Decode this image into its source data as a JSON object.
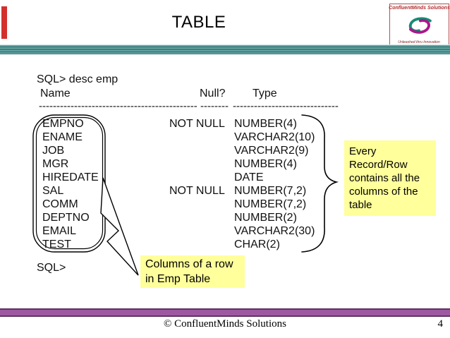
{
  "slide": {
    "title": "TABLE",
    "page_number": "4",
    "footer_copyright": "© ConfluentMinds Solutions"
  },
  "logo": {
    "company": "ConfluentMinds Solutions",
    "tagline": "Unleashed thru Innovation"
  },
  "terminal": {
    "prompt_line": "SQL> desc emp",
    "end_prompt": "SQL>",
    "headers": {
      "name": "Name",
      "null": "Null?",
      "type": "Type"
    },
    "dash_name": "---------------------------------------------",
    "dash_null": "--------",
    "dash_type": "------------------------------",
    "columns": [
      {
        "name": "EMPNO",
        "null": "NOT NULL",
        "type": "NUMBER(4)"
      },
      {
        "name": "ENAME",
        "null": "",
        "type": "VARCHAR2(10)"
      },
      {
        "name": "JOB",
        "null": "",
        "type": "VARCHAR2(9)"
      },
      {
        "name": "MGR",
        "null": "",
        "type": "NUMBER(4)"
      },
      {
        "name": "HIREDATE",
        "null": "",
        "type": "DATE"
      },
      {
        "name": "SAL",
        "null": "NOT NULL",
        "type": "NUMBER(7,2)"
      },
      {
        "name": "COMM",
        "null": "",
        "type": "NUMBER(7,2)"
      },
      {
        "name": "DEPTNO",
        "null": "",
        "type": "NUMBER(2)"
      },
      {
        "name": "EMAIL",
        "null": "",
        "type": "VARCHAR2(30)"
      },
      {
        "name": "TEST",
        "null": "",
        "type": "CHAR(2)"
      }
    ]
  },
  "callouts": {
    "record_note": "Every Record/Row contains all the columns of the table",
    "columns_note": "Columns of a row in Emp Table"
  },
  "colors": {
    "highlight_yellow": "#ffff9b",
    "teal_dark": "#3c7e7e",
    "teal_light": "#6ba7a7",
    "purple_bar": "#9e58a2",
    "accent_red": "#d3302c",
    "brand_red": "#b32b2b",
    "swirl_green": "#188a74",
    "swirl_magenta": "#a9188c"
  }
}
